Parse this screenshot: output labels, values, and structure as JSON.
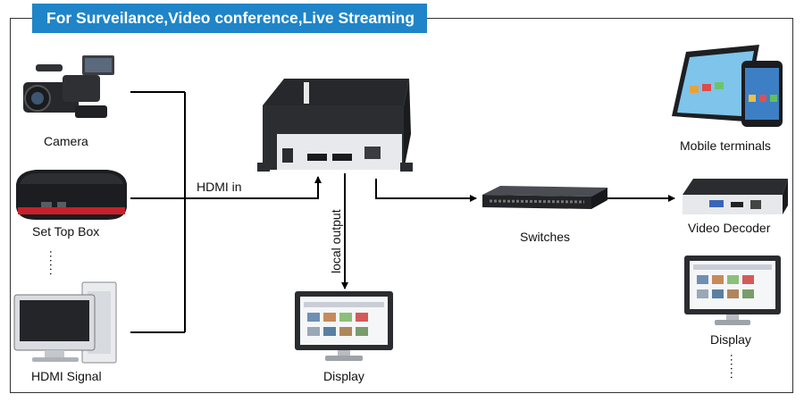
{
  "banner": {
    "title": "For Surveilance,Video conference,Live Streaming"
  },
  "sources": {
    "camera": "Camera",
    "set_top_box": "Set Top Box",
    "hdmi_signal": "HDMI Signal",
    "ellipsis": "......"
  },
  "connections": {
    "hdmi_in": "HDMI in",
    "local_output": "local output"
  },
  "network": {
    "switches": "Switches"
  },
  "outputs": {
    "display_local": "Display",
    "mobile_terminals": "Mobile terminals",
    "video_decoder": "Video Decoder",
    "display_remote": "Display",
    "ellipsis": "......"
  },
  "colors": {
    "banner": "#1f85c8",
    "line": "#000000"
  }
}
